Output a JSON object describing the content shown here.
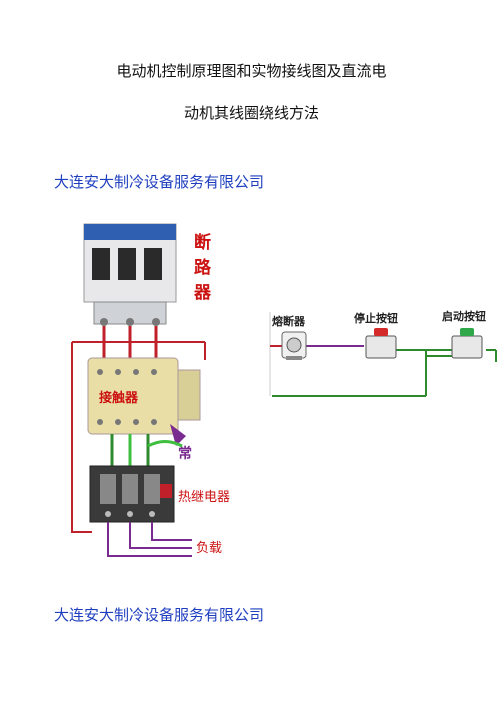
{
  "doc": {
    "title_line1": "电动机控制原理图和实物接线图及直流电",
    "title_line2": "动机其线圈绕线方法",
    "company_top": "大连安大制冷设备服务有限公司",
    "company_bottom": "大连安大制冷设备服务有限公司"
  },
  "diagram": {
    "breaker_label_1": "断",
    "breaker_label_2": "路",
    "breaker_label_3": "器",
    "contactor_label": "接触器",
    "normally_label": "常",
    "thermal_relay_label": "热继电器",
    "load_label": "负载",
    "fuse_label": "熔断器",
    "stop_button_label": "停止按钮",
    "start_button_label": "启动按钮"
  },
  "colors": {
    "company_text": "#1f3fbf",
    "label_red": "#cc1111",
    "label_purple": "#6a1f8a",
    "wire_green": "#2d8a2d",
    "wire_purple": "#7a2b8f",
    "wire_red": "#c0202a"
  }
}
